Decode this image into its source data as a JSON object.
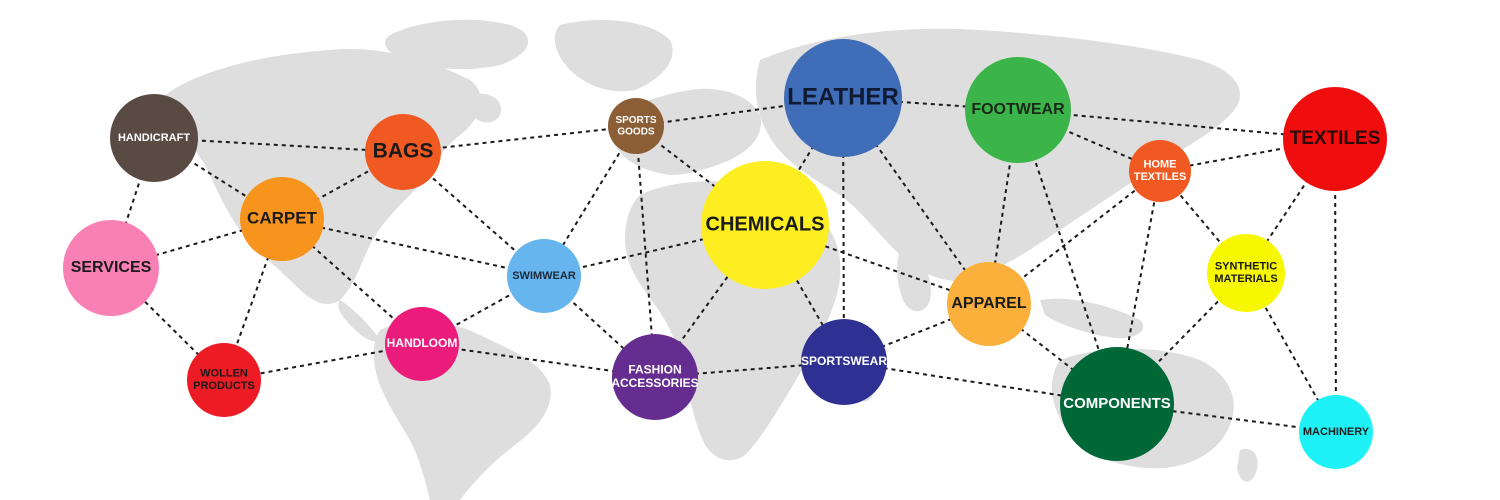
{
  "diagram": {
    "nodes": [
      {
        "id": "handicraft",
        "label": [
          "HANDICRAFT"
        ],
        "color": "#5a4a44",
        "text_color": "#ffffff"
      },
      {
        "id": "bags",
        "label": [
          "BAGS"
        ],
        "color": "#f05a22",
        "text_color": "#1a1a1a"
      },
      {
        "id": "sports_goods",
        "label": [
          "SPORTS",
          "GOODS"
        ],
        "color": "#8c5e35",
        "text_color": "#ffffff"
      },
      {
        "id": "leather",
        "label": [
          "LEATHER"
        ],
        "color": "#3f6db8",
        "text_color": "#111a33"
      },
      {
        "id": "footwear",
        "label": [
          "FOOTWEAR"
        ],
        "color": "#3bb54a",
        "text_color": "#1a2a1a"
      },
      {
        "id": "textiles",
        "label": [
          "TEXTILES"
        ],
        "color": "#f00d0d",
        "text_color": "#2a0a0a"
      },
      {
        "id": "home_textiles",
        "label": [
          "HOME",
          "TEXTILES"
        ],
        "color": "#f05a22",
        "text_color": "#ffffff"
      },
      {
        "id": "carpet",
        "label": [
          "CARPET"
        ],
        "color": "#f7941d",
        "text_color": "#1a1a1a"
      },
      {
        "id": "services",
        "label": [
          "SERVICES"
        ],
        "color": "#f980b4",
        "text_color": "#1a1a1a"
      },
      {
        "id": "swimwear",
        "label": [
          "SWIMWEAR"
        ],
        "color": "#66b5ee",
        "text_color": "#1a2a3a"
      },
      {
        "id": "chemicals",
        "label": [
          "CHEMICALS"
        ],
        "color": "#fcee21",
        "text_color": "#1a1a1a"
      },
      {
        "id": "apparel",
        "label": [
          "APPAREL"
        ],
        "color": "#fbb03b",
        "text_color": "#1a1a1a"
      },
      {
        "id": "synthetic",
        "label": [
          "SYNTHETIC",
          "MATERIALS"
        ],
        "color": "#f7f800",
        "text_color": "#1a1a1a"
      },
      {
        "id": "handloom",
        "label": [
          "HANDLOOM"
        ],
        "color": "#ec1c7d",
        "text_color": "#ffffff"
      },
      {
        "id": "wollen",
        "label": [
          "WOLLEN",
          "PRODUCTS"
        ],
        "color": "#ed1c24",
        "text_color": "#1a1a1a"
      },
      {
        "id": "fashion",
        "label": [
          "FASHION",
          "ACCESSORIES"
        ],
        "color": "#662d91",
        "text_color": "#ffffff"
      },
      {
        "id": "sportswear",
        "label": [
          "SPORTSWEAR"
        ],
        "color": "#2e3192",
        "text_color": "#ffffff"
      },
      {
        "id": "components",
        "label": [
          "COMPONENTS"
        ],
        "color": "#006837",
        "text_color": "#ffffff"
      },
      {
        "id": "machinery",
        "label": [
          "MACHINERY"
        ],
        "color": "#1ef2f7",
        "text_color": "#1a1a1a"
      }
    ],
    "edges": [
      [
        "handicraft",
        "bags"
      ],
      [
        "handicraft",
        "carpet"
      ],
      [
        "handicraft",
        "services"
      ],
      [
        "bags",
        "sports_goods"
      ],
      [
        "bags",
        "carpet"
      ],
      [
        "bags",
        "swimwear"
      ],
      [
        "sports_goods",
        "leather"
      ],
      [
        "sports_goods",
        "swimwear"
      ],
      [
        "sports_goods",
        "fashion"
      ],
      [
        "sports_goods",
        "chemicals"
      ],
      [
        "leather",
        "footwear"
      ],
      [
        "leather",
        "chemicals"
      ],
      [
        "leather",
        "sportswear"
      ],
      [
        "leather",
        "apparel"
      ],
      [
        "footwear",
        "textiles"
      ],
      [
        "footwear",
        "home_textiles"
      ],
      [
        "footwear",
        "apparel"
      ],
      [
        "footwear",
        "components"
      ],
      [
        "textiles",
        "home_textiles"
      ],
      [
        "textiles",
        "synthetic"
      ],
      [
        "textiles",
        "machinery"
      ],
      [
        "home_textiles",
        "apparel"
      ],
      [
        "home_textiles",
        "synthetic"
      ],
      [
        "home_textiles",
        "components"
      ],
      [
        "carpet",
        "services"
      ],
      [
        "carpet",
        "wollen"
      ],
      [
        "carpet",
        "swimwear"
      ],
      [
        "carpet",
        "handloom"
      ],
      [
        "services",
        "wollen"
      ],
      [
        "swimwear",
        "chemicals"
      ],
      [
        "swimwear",
        "handloom"
      ],
      [
        "swimwear",
        "fashion"
      ],
      [
        "chemicals",
        "fashion"
      ],
      [
        "chemicals",
        "sportswear"
      ],
      [
        "chemicals",
        "apparel"
      ],
      [
        "apparel",
        "sportswear"
      ],
      [
        "apparel",
        "components"
      ],
      [
        "synthetic",
        "components"
      ],
      [
        "synthetic",
        "machinery"
      ],
      [
        "handloom",
        "wollen"
      ],
      [
        "handloom",
        "fashion"
      ],
      [
        "fashion",
        "sportswear"
      ],
      [
        "sportswear",
        "components"
      ],
      [
        "components",
        "machinery"
      ]
    ],
    "edge_color": "#1a1a1a",
    "map_color": "#dedede"
  }
}
